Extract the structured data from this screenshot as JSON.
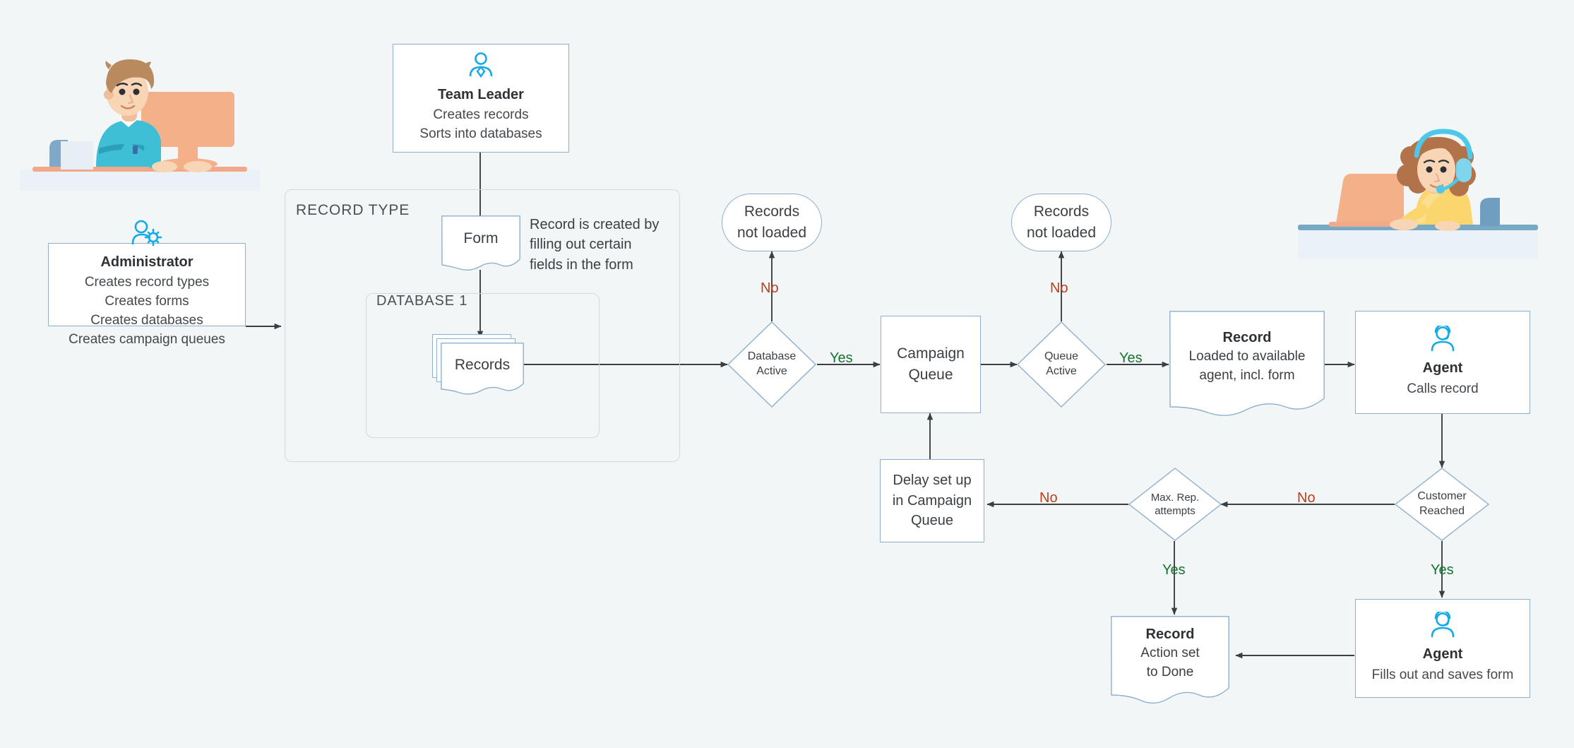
{
  "meta": {
    "background": "#f2f6f7",
    "node_border": "#8fafcd",
    "group_border": "#d2dadd",
    "accent_icon": "#15a9e8",
    "yes_color": "#18722f",
    "no_color": "#bf3c1c",
    "arrow_color": "#3a3f44"
  },
  "groups": {
    "record_type": {
      "label": "RECORD TYPE"
    },
    "database_1": {
      "label": "DATABASE 1"
    }
  },
  "nodes": {
    "administrator": {
      "title": "Administrator",
      "lines": [
        "Creates record types",
        "Creates forms",
        "Creates databases",
        "Creates campaign queues"
      ],
      "icon": "user-gear-icon"
    },
    "team_leader": {
      "title": "Team Leader",
      "lines": [
        "Creates records",
        "Sorts into databases"
      ],
      "icon": "user-tie-icon"
    },
    "form": {
      "label": "Form"
    },
    "records": {
      "label": "Records"
    },
    "database_active": {
      "label": "Database\nActive",
      "line1": "Database",
      "line2": "Active"
    },
    "records_not_loaded_1": {
      "line1": "Records",
      "line2": "not loaded"
    },
    "campaign_queue": {
      "line1": "Campaign",
      "line2": "Queue"
    },
    "queue_active": {
      "line1": "Queue",
      "line2": "Active"
    },
    "records_not_loaded_2": {
      "line1": "Records",
      "line2": "not loaded"
    },
    "record_loaded": {
      "title": "Record",
      "line1": "Loaded to available",
      "line2": "agent, incl. form"
    },
    "agent_calls": {
      "title": "Agent",
      "line1": "Calls record",
      "icon": "agent-headset-icon"
    },
    "customer_reached": {
      "line1": "Customer",
      "line2": "Reached"
    },
    "max_rep_attempts": {
      "line1": "Max. Rep.",
      "line2": "attempts"
    },
    "delay_campaign": {
      "line1": "Delay set up",
      "line2": "in Campaign",
      "line3": "Queue"
    },
    "agent_fills": {
      "title": "Agent",
      "line1": "Fills out and saves form",
      "icon": "agent-headset-icon"
    },
    "record_done": {
      "title": "Record",
      "line1": "Action set",
      "line2": "to Done"
    }
  },
  "annotations": {
    "form_note": {
      "line1": "Record is created by",
      "line2": "filling out certain",
      "line3": "fields in the form"
    }
  },
  "edge_labels": {
    "db_no": "No",
    "db_yes": "Yes",
    "queue_no": "No",
    "queue_yes": "Yes",
    "customer_no": "No",
    "customer_yes": "Yes",
    "maxrep_no": "No",
    "maxrep_yes": "Yes"
  },
  "illustrations": {
    "left": {
      "name": "man-at-desktop-computer"
    },
    "right": {
      "name": "woman-with-headset-at-laptop"
    }
  }
}
